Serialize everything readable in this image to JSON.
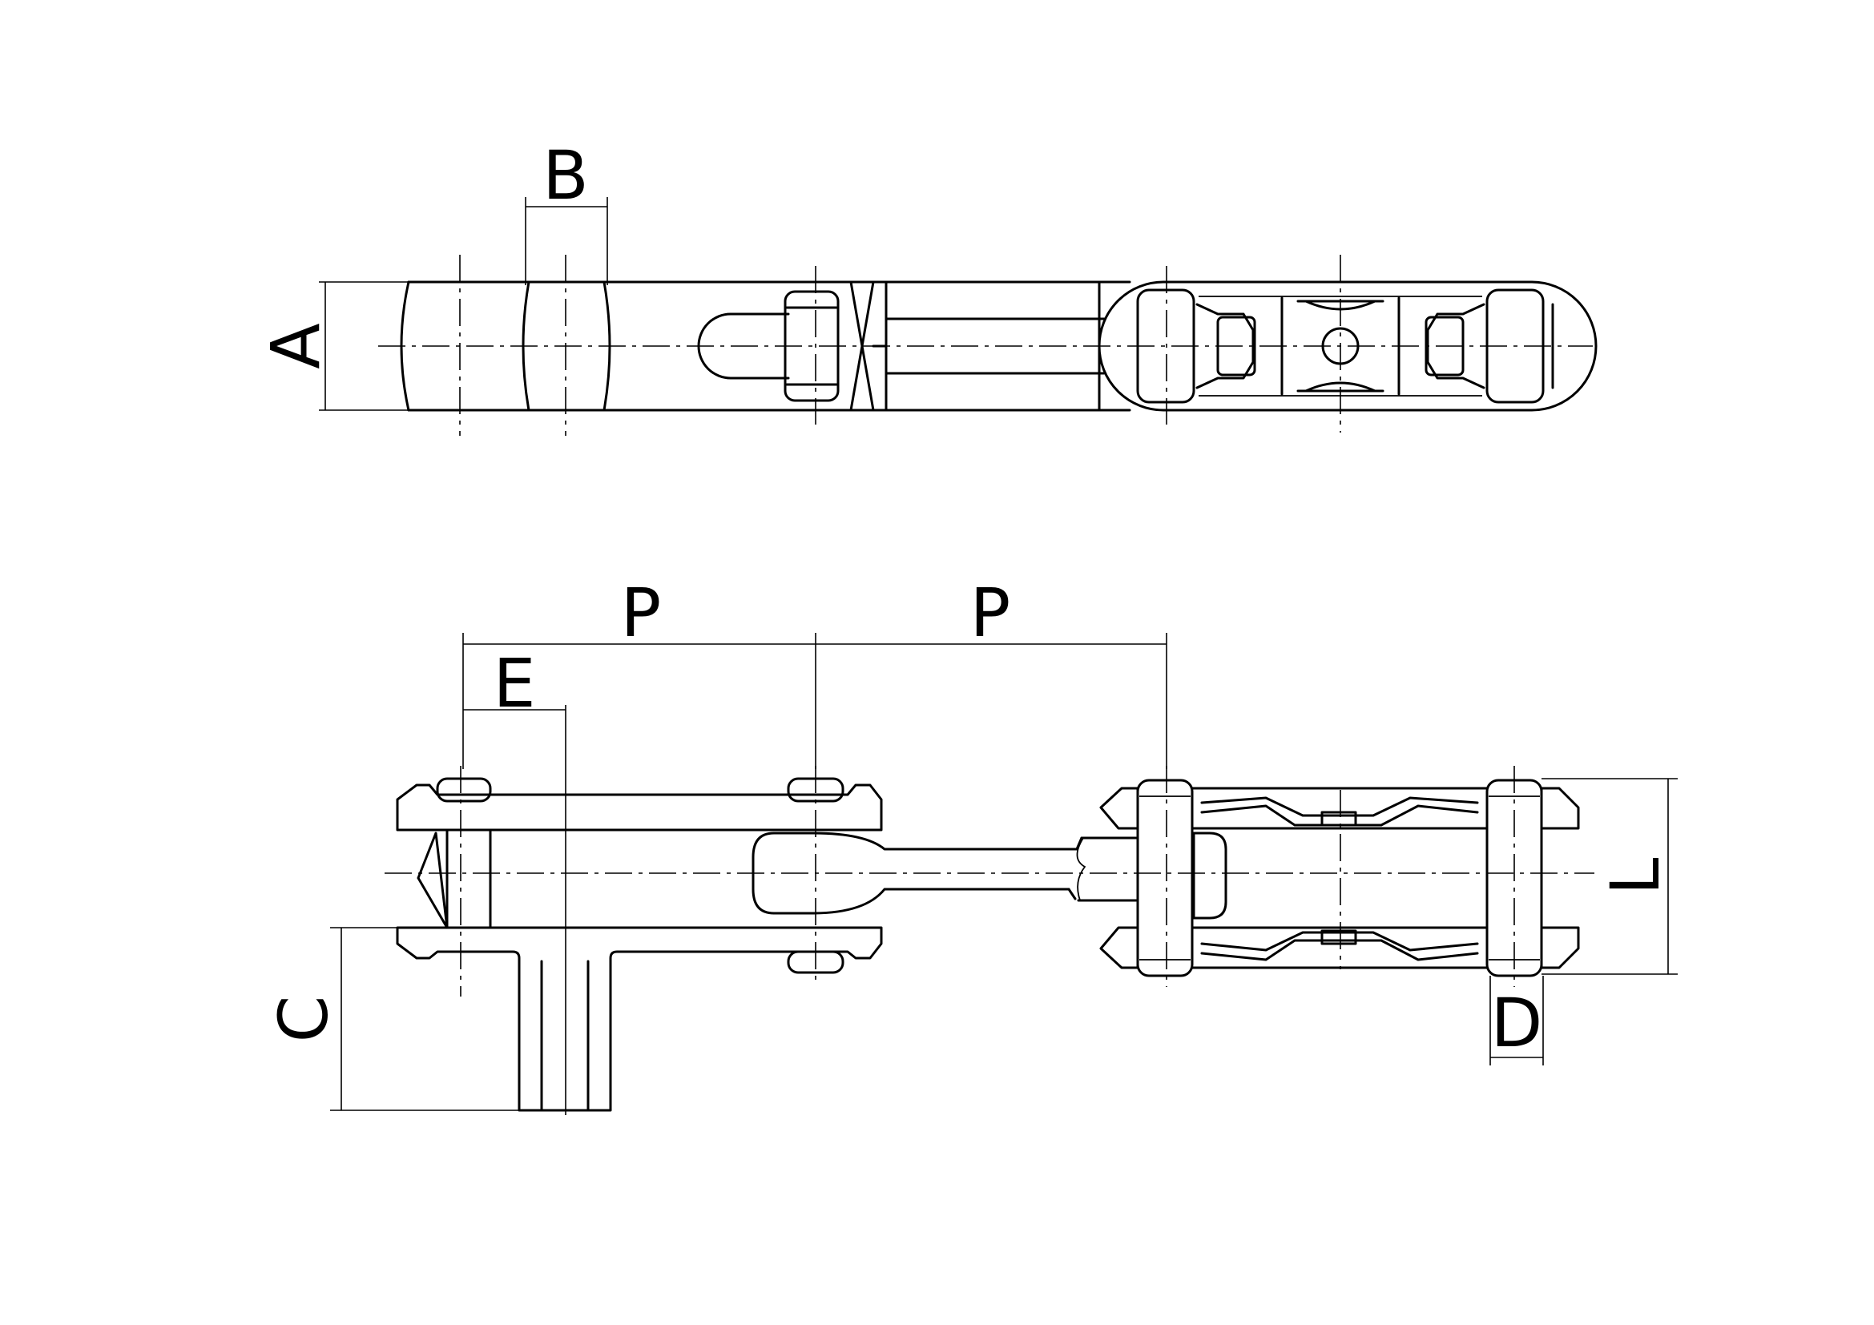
{
  "labels": {
    "A": "A",
    "B": "B",
    "P1": "P",
    "P2": "P",
    "E": "E",
    "C": "C",
    "L": "L",
    "D": "D"
  },
  "colors": {
    "line": "#000000",
    "background": "#ffffff"
  }
}
